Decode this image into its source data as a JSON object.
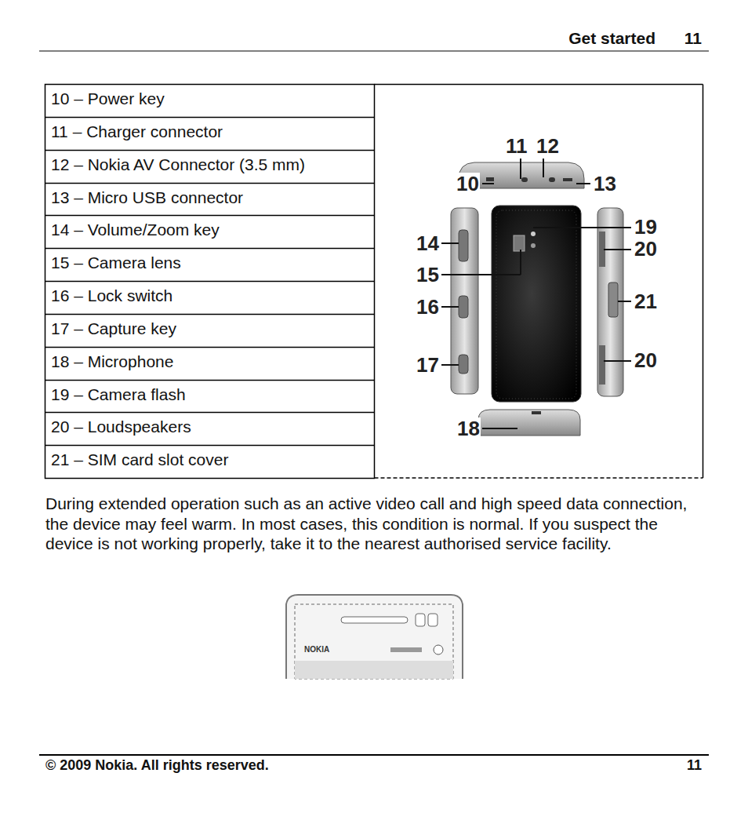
{
  "diagram": {
    "labels": [
      "Get started",
      "11",
      "10 – Power key",
      "11 – Charger connector",
      "12 – Nokia AV Connector (3.5 mm)",
      "13 – Micro USB connector",
      "14 – Volume/Zoom key",
      "15 – Camera lens",
      "16 – Lock switch",
      "17 – Capture key",
      "18 – Microphone",
      "19 – Camera flash",
      "20 – Loudspeakers",
      "21 – SIM card slot cover",
      "11",
      "12",
      "10",
      "13",
      "14",
      "19",
      "15",
      "20",
      "21",
      "16",
      "20",
      "17",
      "18",
      "During extended operation such as an active video call and high speed data connection, the device may feel warm. In most cases, this condition is normal. If you suspect the device is not working properly, take it to the nearest authorised service facility.",
      "NOKIA",
      "© 2009 Nokia. All rights reserved.",
      "11"
    ]
  }
}
